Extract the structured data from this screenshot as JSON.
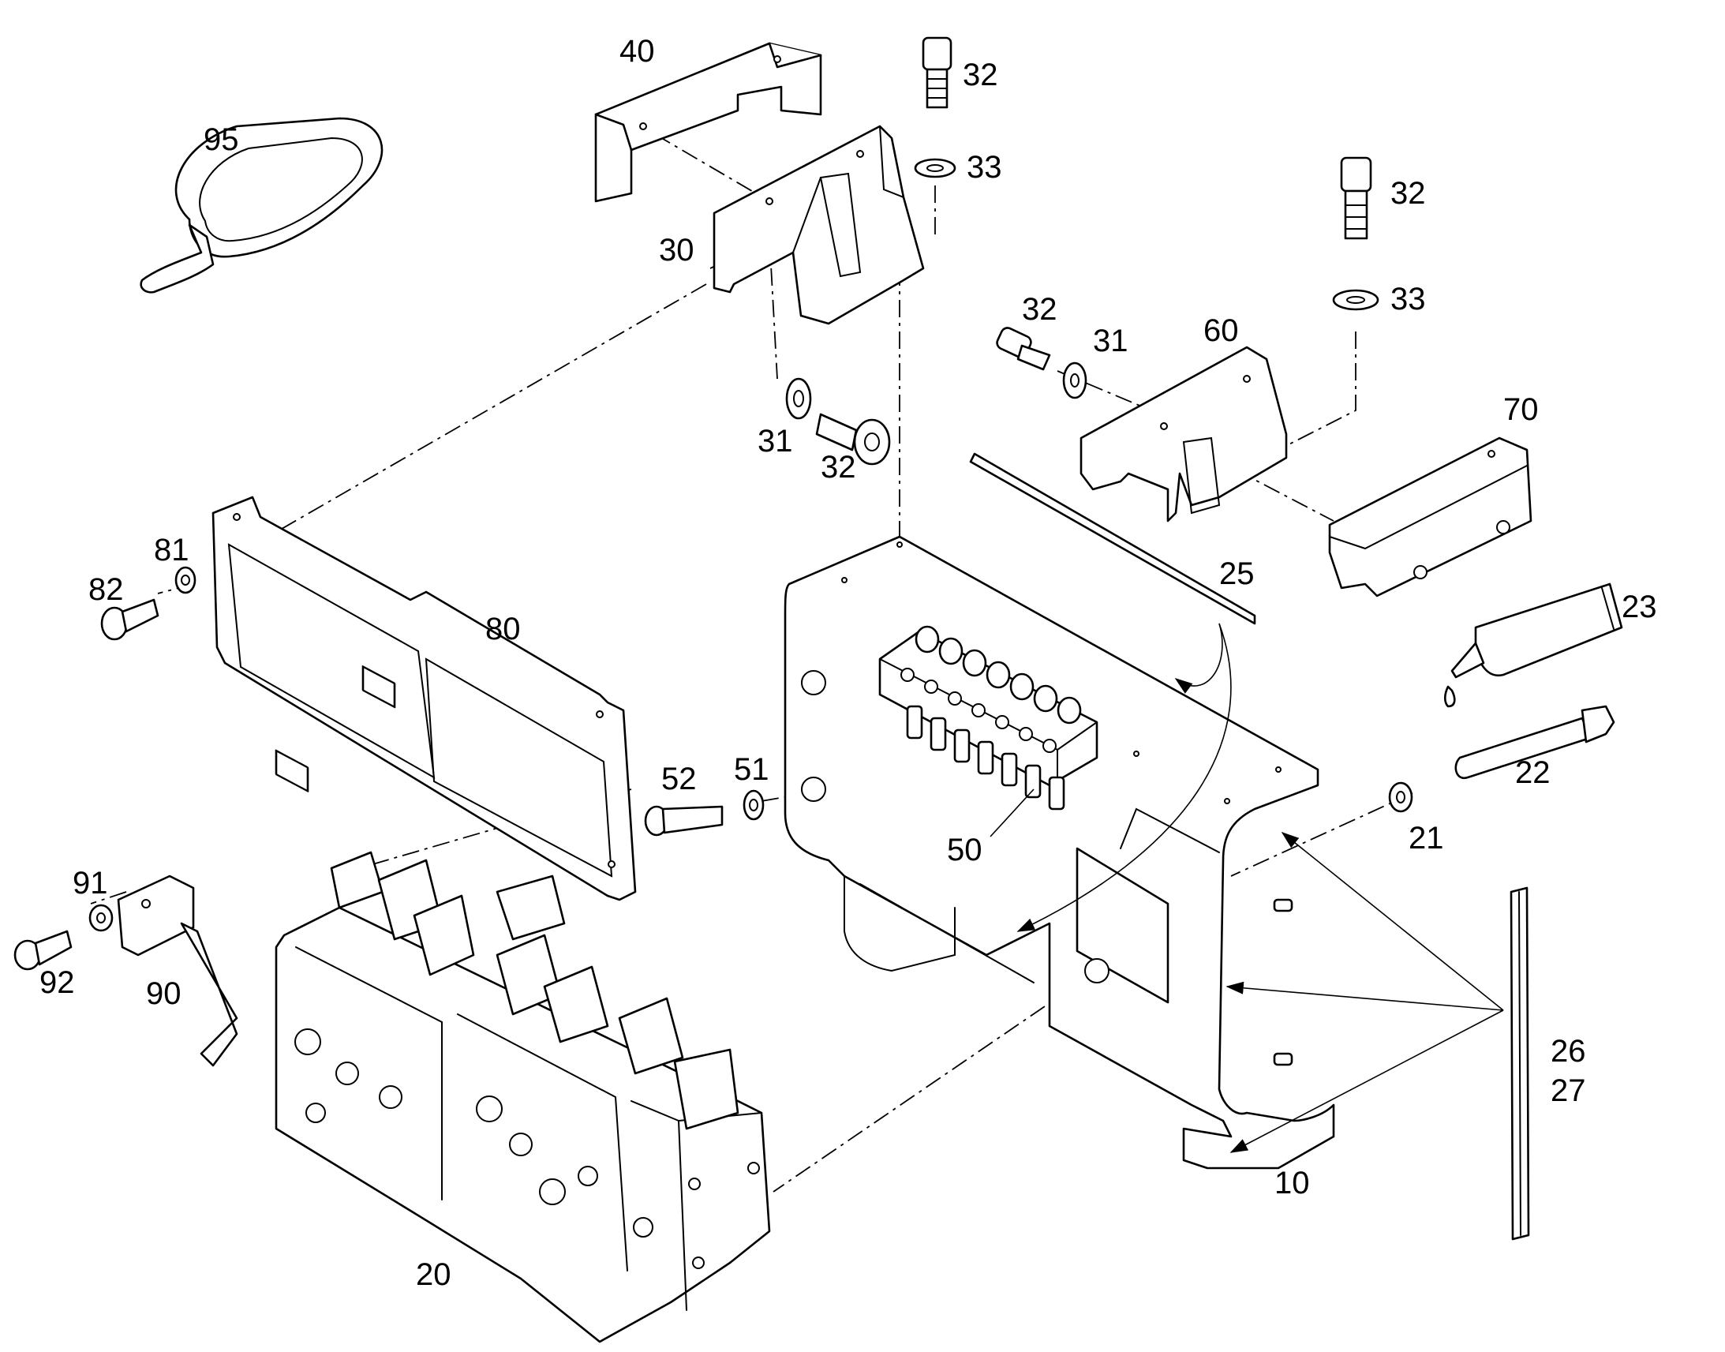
{
  "callouts": {
    "n10": "10",
    "n20": "20",
    "n21": "21",
    "n22": "22",
    "n23": "23",
    "n25": "25",
    "n26": "26",
    "n27": "27",
    "n30": "30",
    "n31a": "31",
    "n31b": "31",
    "n32a": "32",
    "n32b": "32",
    "n32c": "32",
    "n32d": "32",
    "n33a": "33",
    "n33b": "33",
    "n40": "40",
    "n50": "50",
    "n51": "51",
    "n52": "52",
    "n60": "60",
    "n70": "70",
    "n80": "80",
    "n81": "81",
    "n82": "82",
    "n90": "90",
    "n91": "91",
    "n92": "92",
    "n95": "95"
  }
}
